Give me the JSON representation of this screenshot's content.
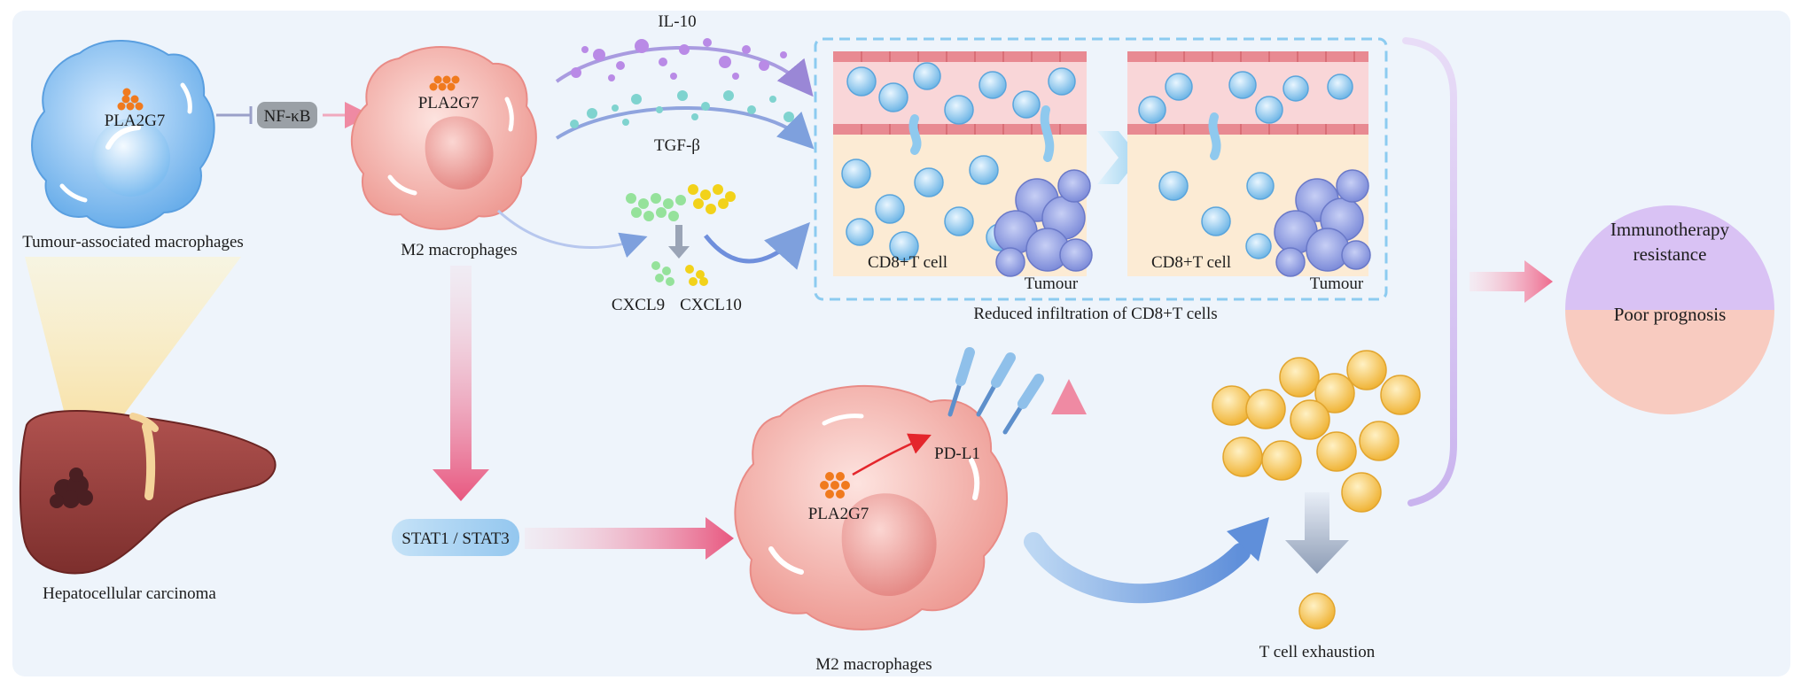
{
  "labels": {
    "tam": "Tumour-associated macrophages",
    "pla2g7_tam": "PLA2G7",
    "nfkb": "NF-κB",
    "pla2g7_m2_top": "PLA2G7",
    "m2_top": "M2 macrophages",
    "il10": "IL-10",
    "tgfb": "TGF-β",
    "cxcl9": "CXCL9",
    "cxcl10": "CXCL10",
    "cd8_left": "CD8+T cell",
    "tumour_left": "Tumour",
    "cd8_right": "CD8+T cell",
    "tumour_right": "Tumour",
    "infiltration": "Reduced infiltration of CD8+T cells",
    "immunotherapy_1": "Immunotherapy",
    "immunotherapy_2": "resistance",
    "poor_prognosis": "Poor prognosis",
    "hcc": "Hepatocellular carcinoma",
    "stat": "STAT1 / STAT3",
    "pla2g7_m2_bottom": "PLA2G7",
    "pdl1": "PD-L1",
    "m2_bottom": "M2 macrophages",
    "exhaustion": "T cell exhaustion"
  },
  "colors": {
    "background": "#eef4fb",
    "tam_cell": "#7ab8f0",
    "m2_cell": "#f2a6a0",
    "pla2g7_dots": "#f07a1e",
    "stat_pill": "#a9d3f2",
    "nfkb_pill": "#9aa0a6",
    "tumour_cluster": "#8a98df",
    "cd8_cell": "#8fc9ee",
    "exhausted_cell": "#f5c45a",
    "outcome_top": "#d9c2f4",
    "outcome_bottom": "#f8cbc0"
  }
}
